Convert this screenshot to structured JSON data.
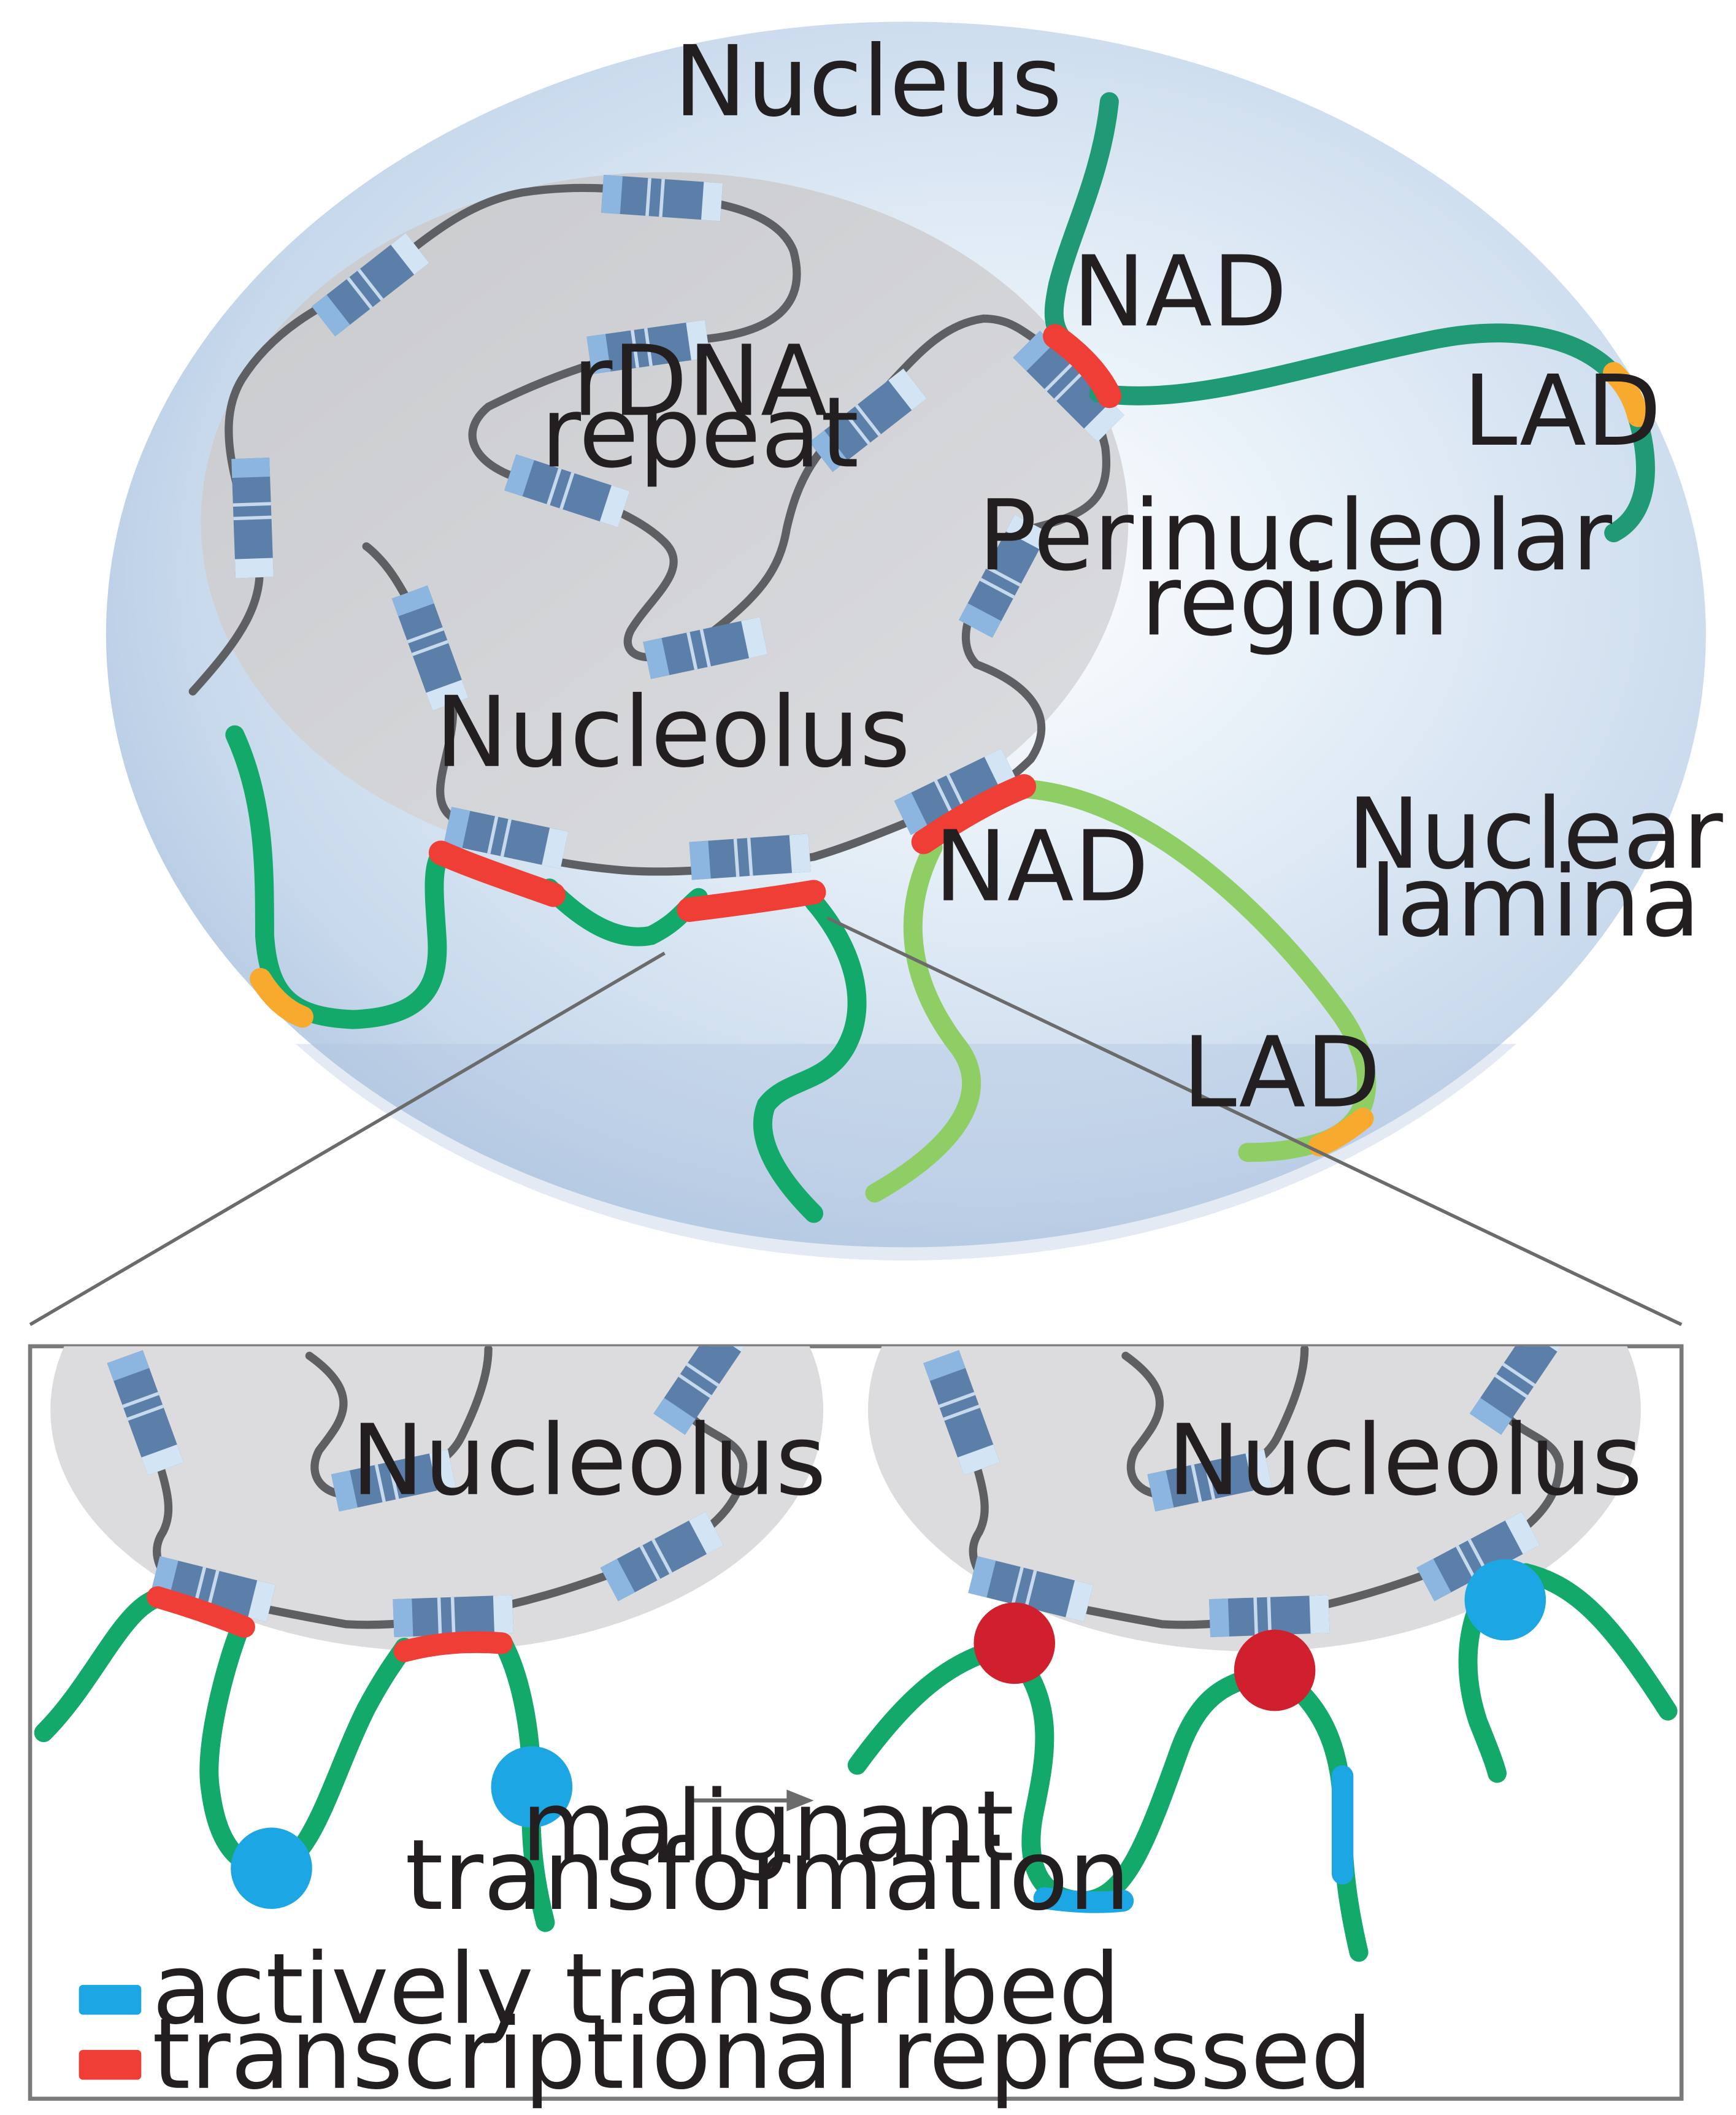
{
  "labels": {
    "nucleus": "Nucleus",
    "nad_top": "NAD",
    "rdna_line1": "rDNA",
    "rdna_line2": "repeat",
    "lad_right": "LAD",
    "perinucleolar_line1": "Perinucleolar",
    "perinucleolar_line2": "region",
    "nucleolus_main": "Nucleolus",
    "nad_bottom": "NAD",
    "nuclear_lamina_line1": "Nuclear",
    "nuclear_lamina_line2": "lamina",
    "lad_bottom": "LAD",
    "nucleolus_inset_left": "Nucleolus",
    "nucleolus_inset_right": "Nucleolus",
    "transition_line1": "malignant",
    "transition_line2": "transformation"
  },
  "legend": {
    "items": [
      {
        "label": "actively transcribed",
        "color": "#1ca7e4"
      },
      {
        "label": "transcriptional repressed",
        "color": "#ef3e36"
      }
    ]
  },
  "colors": {
    "rdna_fiber": "#5d5f62",
    "chromatin_dark": "#13a96b",
    "chromatin_light": "#8fcd65",
    "lad_marker": "#f7aa2e",
    "nad_marker": "#ef3e36",
    "active_marker": "#1ca7e4",
    "repressed_marker": "#d0202e",
    "repeat_dark": "#5b7fa8",
    "repeat_light": "#8cb6df",
    "nucleolus_fill": "#d6d7da",
    "nucleus_fill": "#c4d6ea"
  }
}
